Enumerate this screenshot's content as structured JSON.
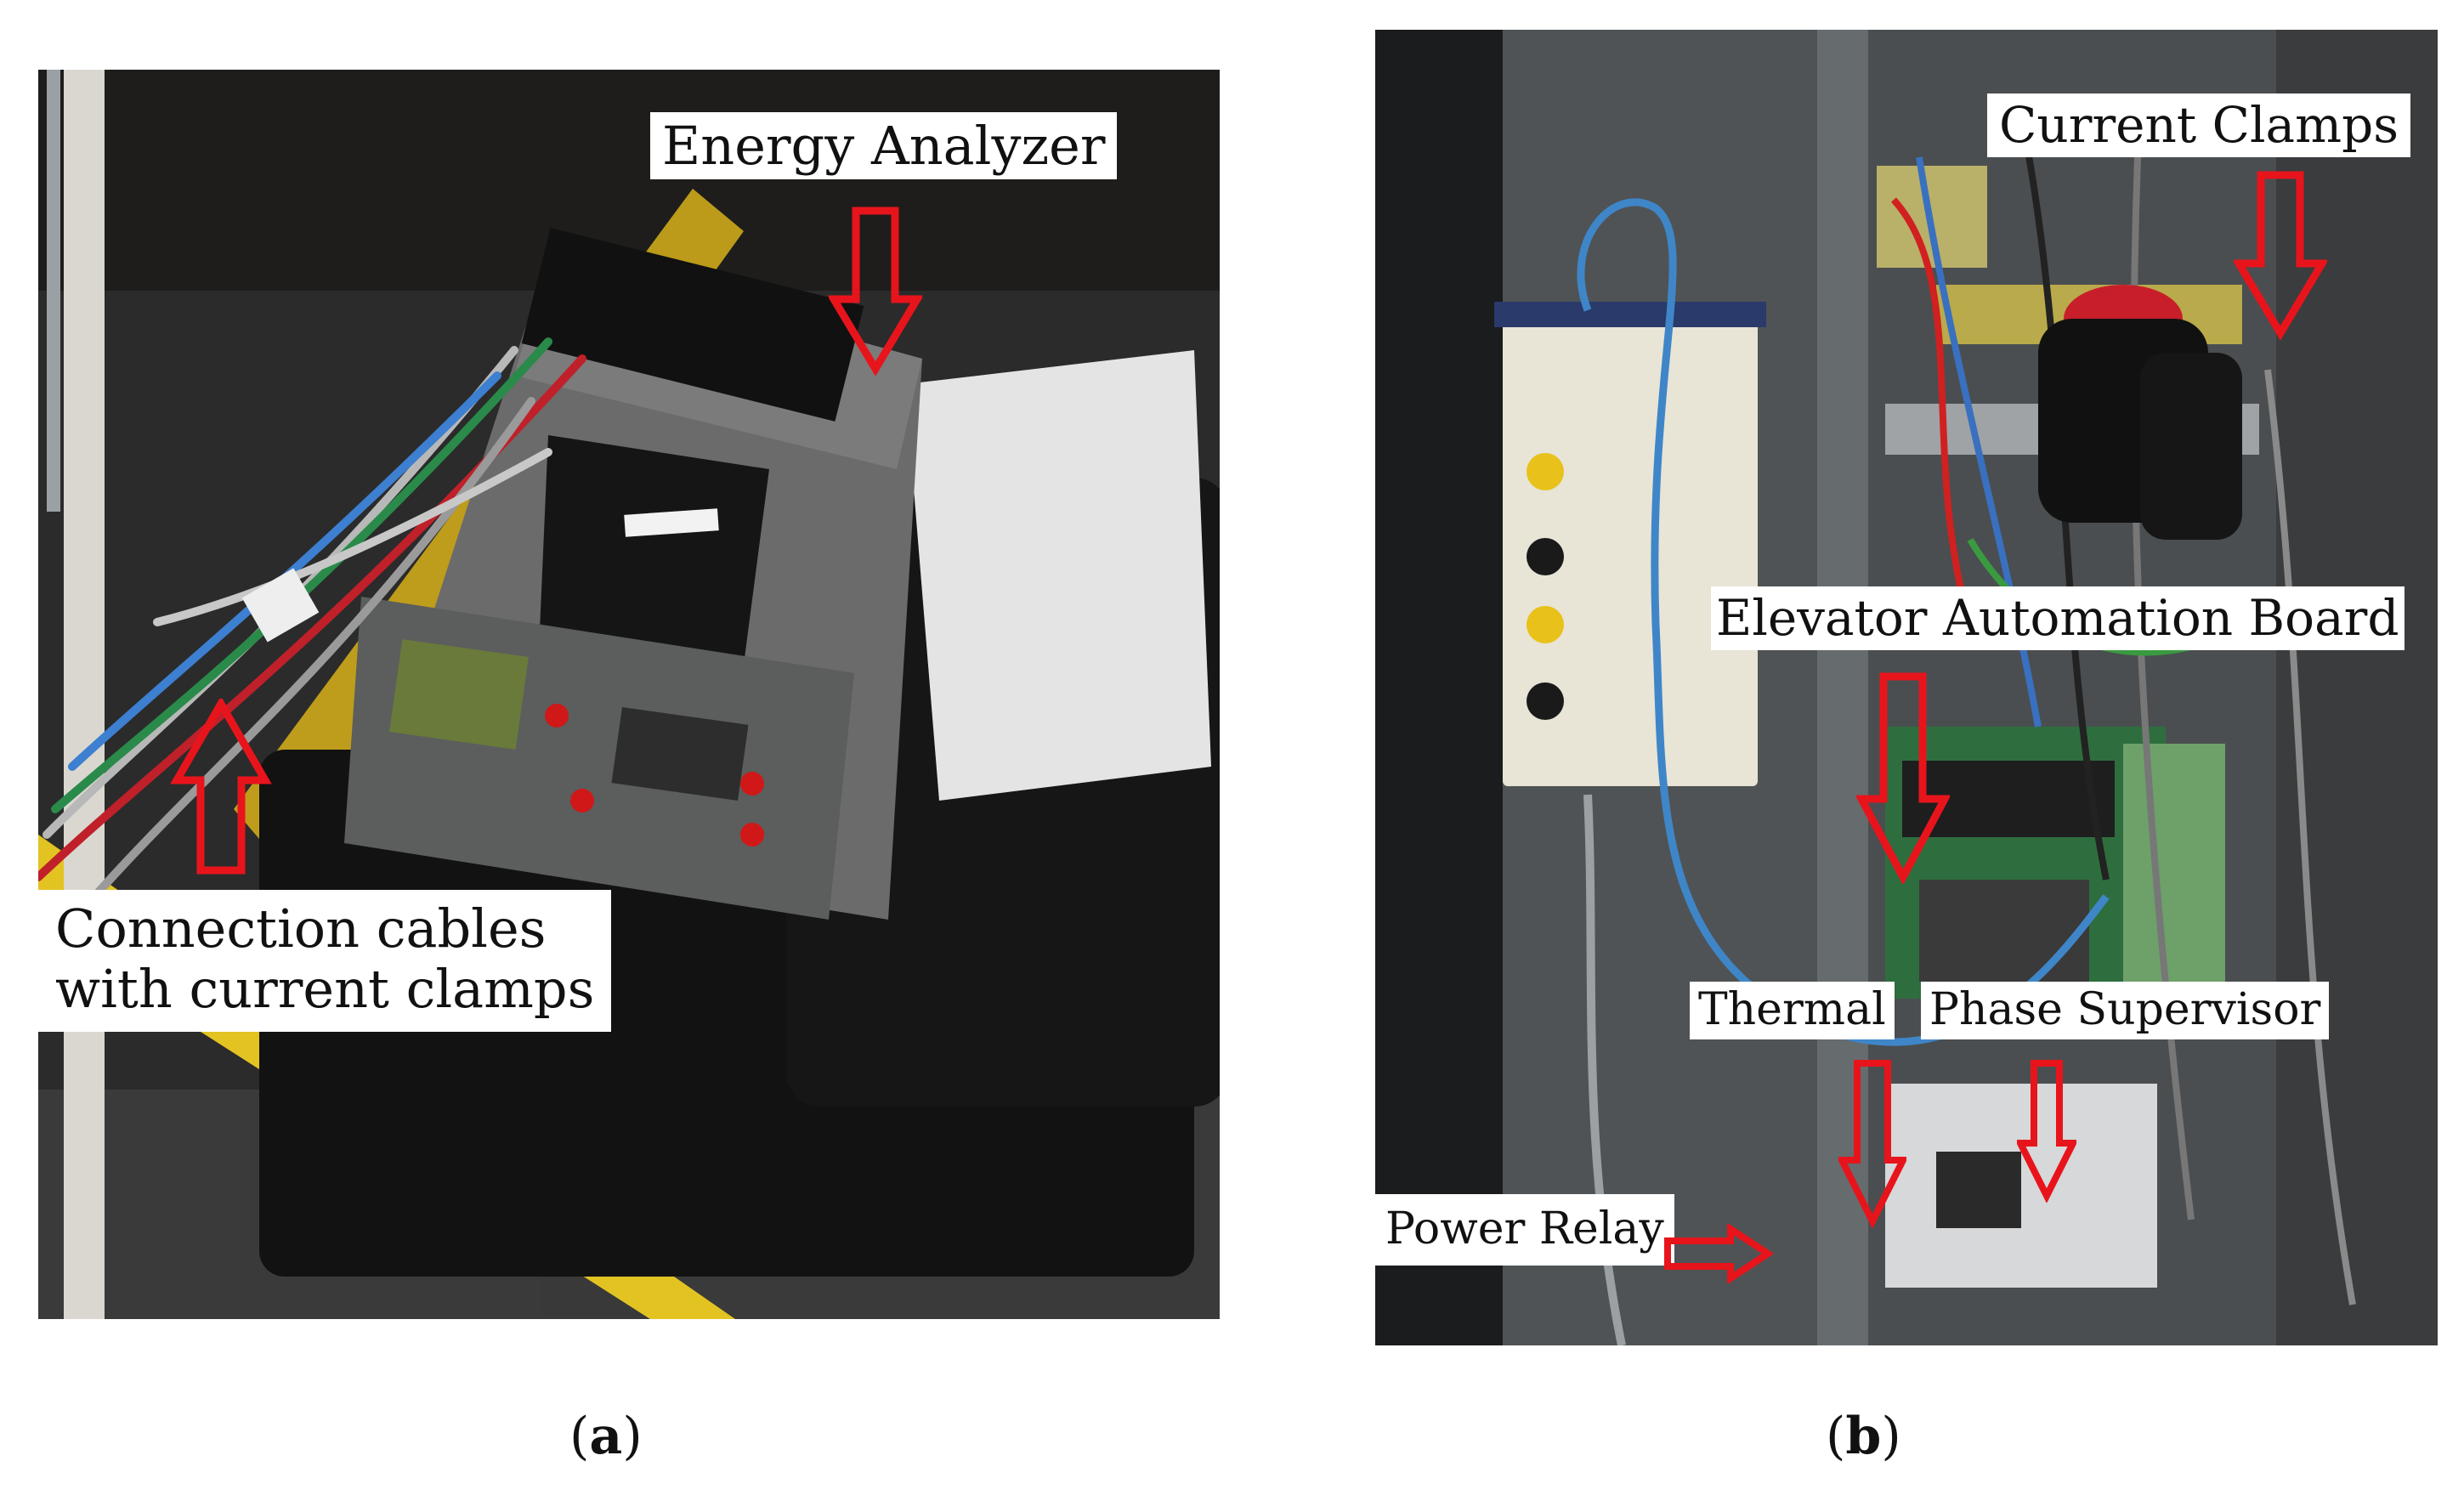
{
  "panel_a": {
    "labels": {
      "energy_analyzer": "Energy Analyzer",
      "connection_line1": "Connection cables",
      "connection_line2": "with current clamps"
    },
    "caption_letter": "a"
  },
  "panel_b": {
    "labels": {
      "current_clamps": "Current Clamps",
      "elevator_board": "Elevator Automation Board",
      "thermal": "Thermal",
      "phase_supervisor": "Phase Supervisor",
      "power_relay": "Power Relay"
    },
    "caption_letter": "b"
  },
  "colors": {
    "arrow_stroke": "#e8141c",
    "label_bg": "#ffffff",
    "cable_yellow": "#e8c21a"
  },
  "icons": {
    "arrow": "hollow-red-arrow"
  }
}
